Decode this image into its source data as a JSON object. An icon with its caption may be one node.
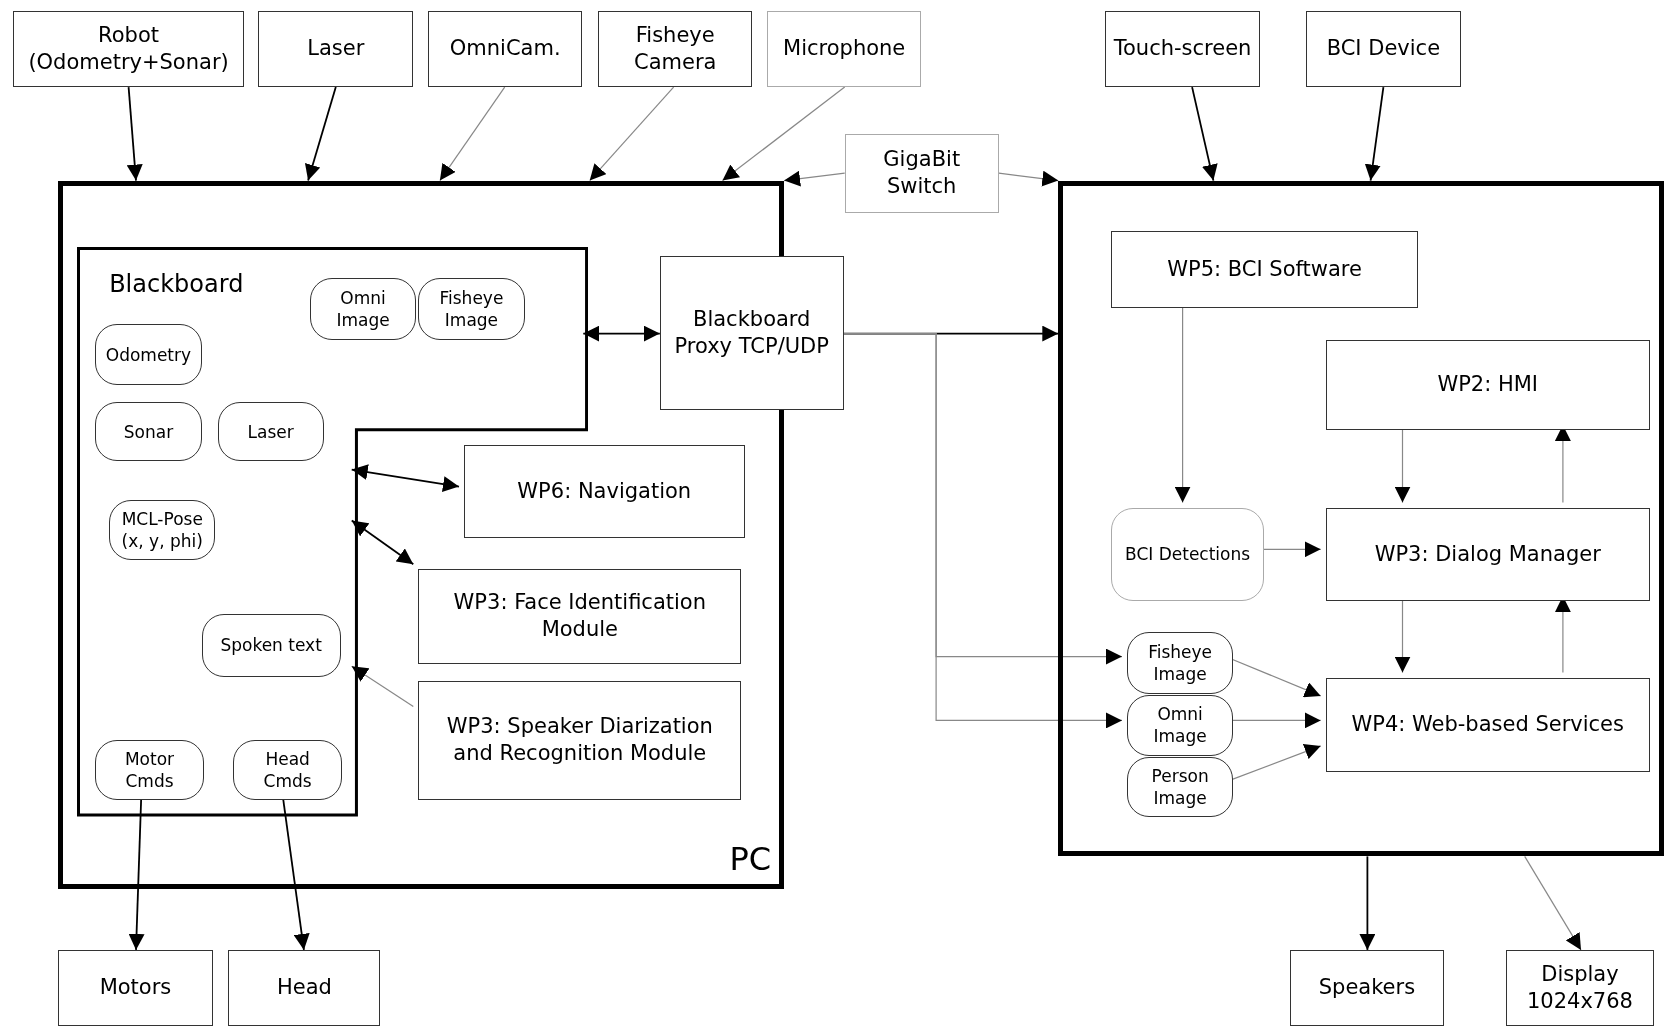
{
  "diagram": {
    "nodes": [
      {
        "text": [
          "Robot (Odometry+Sonar)"
        ]
      },
      {
        "text": [
          "Laser"
        ]
      },
      {
        "text": [
          "OmniCam."
        ]
      },
      {
        "text": [
          "Fisheye Camera"
        ]
      },
      {
        "text": [
          "Microphone"
        ]
      },
      {
        "text": [
          "Touch-screen"
        ]
      },
      {
        "text": [
          "BCI Device"
        ]
      },
      {
        "text": [
          "GigaBit Switch"
        ]
      },
      {
        "text": [
          "PC"
        ]
      },
      {
        "text": [
          "Blackboard"
        ],
        "in": 8
      },
      {
        "text": [
          "Omni Image"
        ],
        "in": 9
      },
      {
        "text": [
          "Fisheye Image"
        ],
        "in": 9
      },
      {
        "text": [
          "Odometry"
        ],
        "in": 9
      },
      {
        "text": [
          "Sonar"
        ],
        "in": 9
      },
      {
        "text": [
          "Laser"
        ],
        "in": 9
      },
      {
        "text": [
          "MCL-Pose (x, y, phi)"
        ],
        "in": 9
      },
      {
        "text": [
          "Spoken text"
        ],
        "in": 9
      },
      {
        "text": [
          "Motor Cmds"
        ],
        "in": 9
      },
      {
        "text": [
          "Head Cmds"
        ],
        "in": 9
      },
      {
        "text": [
          "Blackboard Proxy TCP/UDP"
        ]
      },
      {
        "text": [
          "WP6: Navigation"
        ],
        "in": 8
      },
      {
        "text": [
          "WP3: Face Identification Module"
        ],
        "in": 8
      },
      {
        "text": [
          "WP3: Speaker Diarization and Recognition Module"
        ],
        "in": 8
      },
      {
        "text": [],
        "shape": "box"
      },
      {
        "text": [
          "WP5: BCI Software"
        ],
        "in": 23
      },
      {
        "text": [
          "WP2: HMI"
        ],
        "in": 23
      },
      {
        "text": [
          "BCI Detections"
        ],
        "in": 23
      },
      {
        "text": [
          "WP3: Dialog Manager"
        ],
        "in": 23
      },
      {
        "text": [
          "Fisheye Image"
        ],
        "in": 23
      },
      {
        "text": [
          "Omni Image"
        ],
        "in": 23
      },
      {
        "text": [
          "Person Image"
        ],
        "in": 23
      },
      {
        "text": [
          "WP4: Web-based Services"
        ],
        "in": 23
      },
      {
        "text": [
          "Motors"
        ]
      },
      {
        "text": [
          "Head"
        ]
      },
      {
        "text": [
          "Speakers"
        ]
      },
      {
        "text": [
          "Display 1024x768"
        ]
      }
    ],
    "edges": [
      {
        "from": 0,
        "to": 8,
        "arrow": "to",
        "color": "#000000"
      },
      {
        "from": 1,
        "to": 8,
        "arrow": "to",
        "color": "#000000"
      },
      {
        "from": 2,
        "to": 8,
        "arrow": "to"
      },
      {
        "from": 3,
        "to": 8,
        "arrow": "to"
      },
      {
        "from": 4,
        "to": 8,
        "arrow": "to"
      },
      {
        "from": 7,
        "to": 8,
        "arrow": "to"
      },
      {
        "from": 7,
        "to": 23,
        "arrow": "to"
      },
      {
        "from": 5,
        "to": 23,
        "arrow": "to",
        "color": "#000000"
      },
      {
        "from": 6,
        "to": 23,
        "arrow": "to",
        "color": "#000000"
      },
      {
        "from": 9,
        "to": 19,
        "arrow": "both",
        "color": "#000000"
      },
      {
        "from": 9,
        "to": 20,
        "arrow": "both",
        "color": "#000000"
      },
      {
        "from": 9,
        "to": 21,
        "arrow": "both",
        "color": "#000000"
      },
      {
        "from": 22,
        "to": 9,
        "arrow": "to"
      },
      {
        "from": 19,
        "to": 23,
        "arrow": "to",
        "color": "#000000"
      },
      {
        "from": 19,
        "to": 28,
        "arrow": "to"
      },
      {
        "from": 19,
        "to": 29,
        "arrow": "to"
      },
      {
        "from": 24,
        "to": 26,
        "arrow": "to"
      },
      {
        "from": 26,
        "to": 27,
        "arrow": "to"
      },
      {
        "from": 25,
        "to": 27,
        "arrow": "to"
      },
      {
        "from": 27,
        "to": 25,
        "arrow": "to"
      },
      {
        "from": 27,
        "to": 31,
        "arrow": "to"
      },
      {
        "from": 31,
        "to": 27,
        "arrow": "to"
      },
      {
        "from": 28,
        "to": 31,
        "arrow": "to"
      },
      {
        "from": 29,
        "to": 31,
        "arrow": "to"
      },
      {
        "from": 30,
        "to": 31,
        "arrow": "to"
      },
      {
        "from": 17,
        "to": 32,
        "arrow": "to",
        "color": "#000000"
      },
      {
        "from": 18,
        "to": 33,
        "arrow": "to",
        "color": "#000000"
      },
      {
        "from": 23,
        "to": 34,
        "arrow": "to",
        "color": "#000000"
      },
      {
        "from": 23,
        "to": 35,
        "arrow": "to"
      }
    ]
  }
}
